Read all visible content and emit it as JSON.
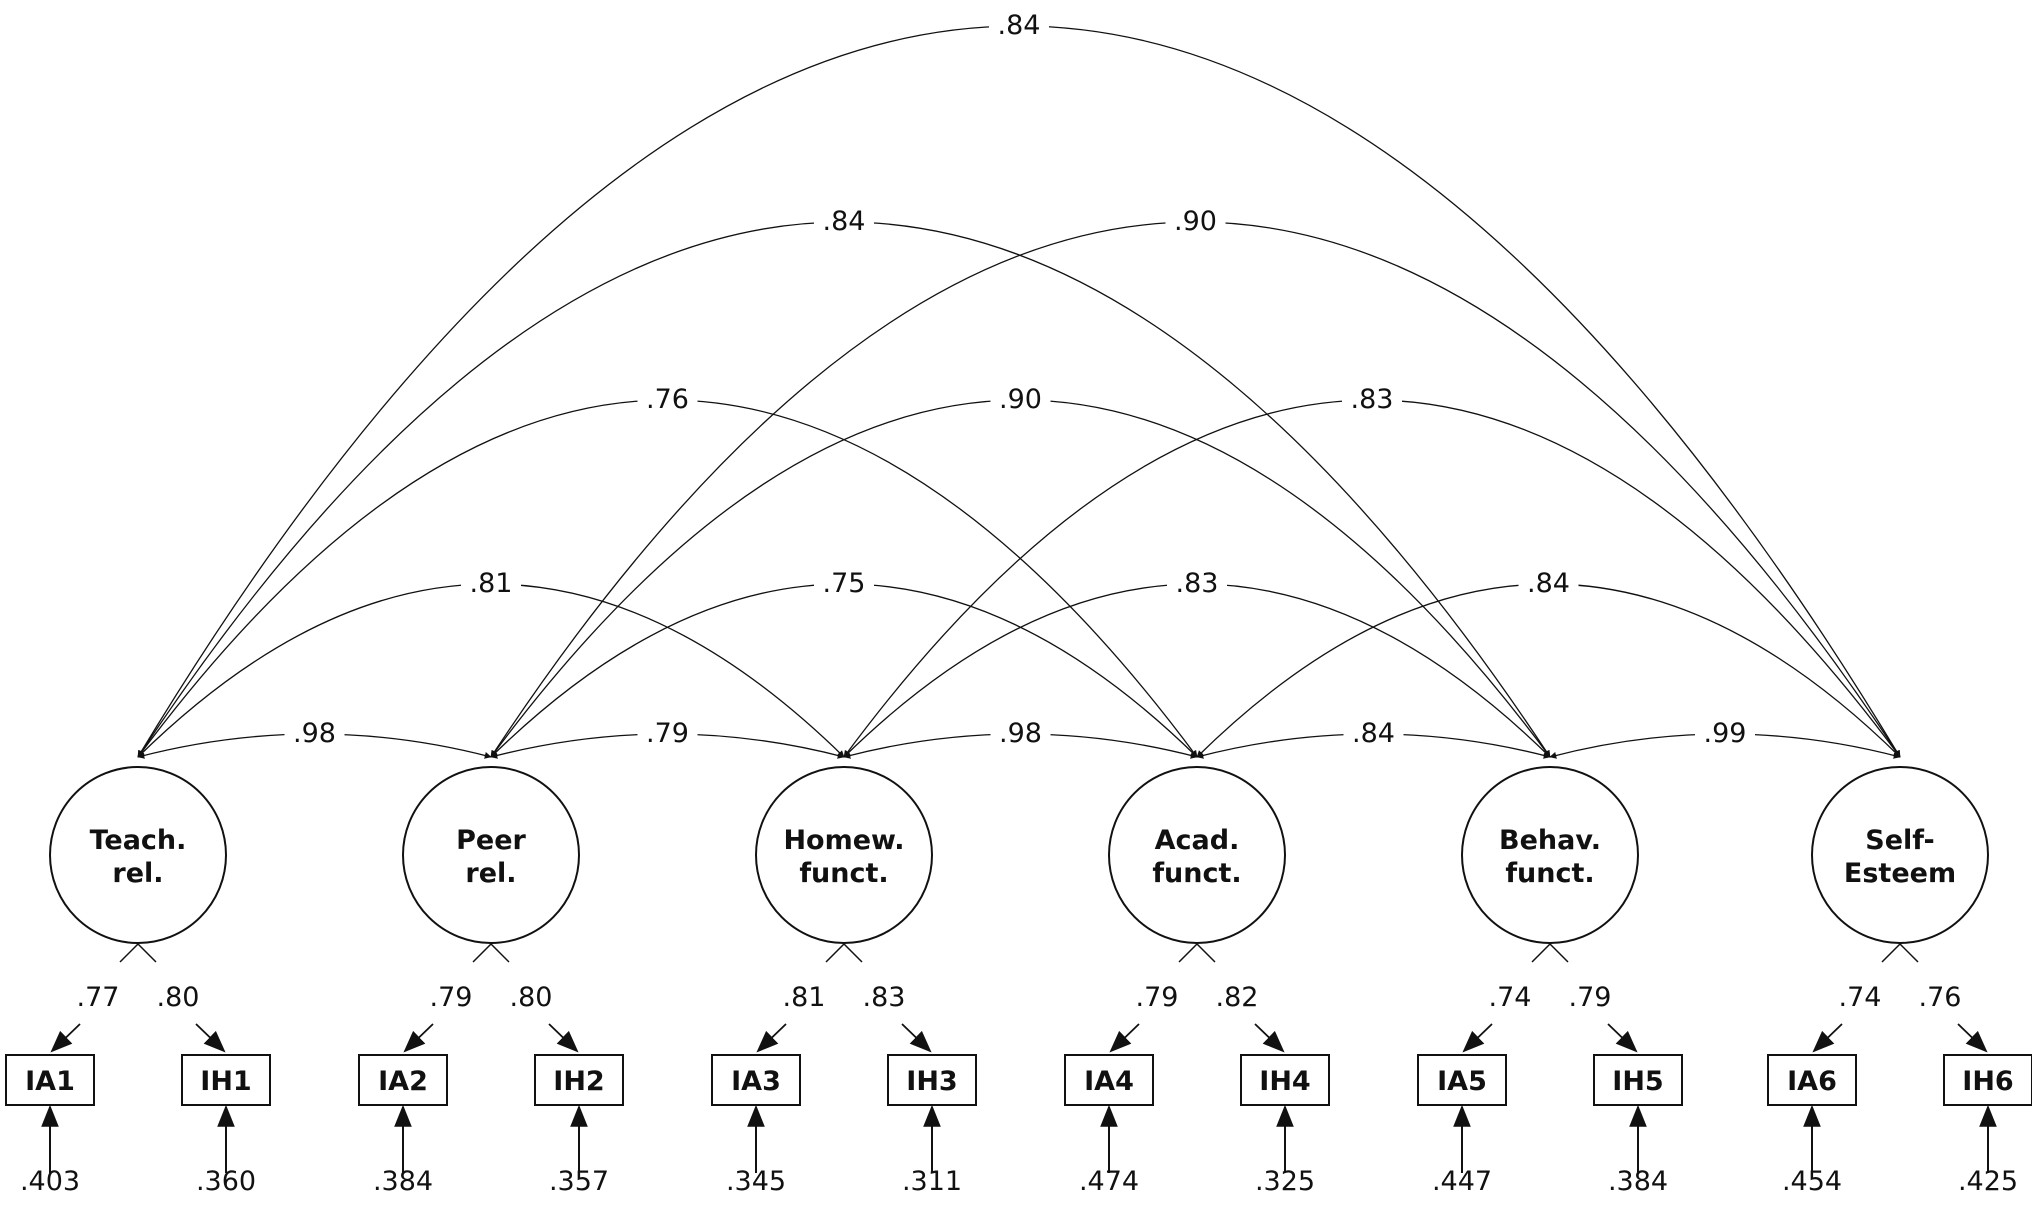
{
  "diagram": {
    "colors": {
      "ink": "#111111",
      "background": "#ffffff"
    },
    "latents": [
      {
        "id": "TR",
        "line1": "Teach.",
        "line2": "rel."
      },
      {
        "id": "PR",
        "line1": "Peer",
        "line2": "rel."
      },
      {
        "id": "HF",
        "line1": "Homew.",
        "line2": "funct."
      },
      {
        "id": "AF",
        "line1": "Acad.",
        "line2": "funct."
      },
      {
        "id": "BF",
        "line1": "Behav.",
        "line2": "funct."
      },
      {
        "id": "SE",
        "line1": "Self-",
        "line2": "Esteem"
      }
    ],
    "correlations": [
      {
        "from": 0,
        "to": 1,
        "value": ".98"
      },
      {
        "from": 1,
        "to": 2,
        "value": ".79"
      },
      {
        "from": 2,
        "to": 3,
        "value": ".98"
      },
      {
        "from": 3,
        "to": 4,
        "value": ".84"
      },
      {
        "from": 4,
        "to": 5,
        "value": ".99"
      },
      {
        "from": 0,
        "to": 2,
        "value": ".81"
      },
      {
        "from": 1,
        "to": 3,
        "value": ".75"
      },
      {
        "from": 2,
        "to": 4,
        "value": ".83"
      },
      {
        "from": 3,
        "to": 5,
        "value": ".84"
      },
      {
        "from": 0,
        "to": 3,
        "value": ".76"
      },
      {
        "from": 1,
        "to": 4,
        "value": ".90"
      },
      {
        "from": 2,
        "to": 5,
        "value": ".83"
      },
      {
        "from": 0,
        "to": 4,
        "value": ".84"
      },
      {
        "from": 1,
        "to": 5,
        "value": ".90"
      },
      {
        "from": 0,
        "to": 5,
        "value": ".84"
      }
    ],
    "indicators": [
      {
        "label": "IA1",
        "loading": ".77",
        "error": ".403"
      },
      {
        "label": "IH1",
        "loading": ".80",
        "error": ".360"
      },
      {
        "label": "IA2",
        "loading": ".79",
        "error": ".384"
      },
      {
        "label": "IH2",
        "loading": ".80",
        "error": ".357"
      },
      {
        "label": "IA3",
        "loading": ".81",
        "error": ".345"
      },
      {
        "label": "IH3",
        "loading": ".83",
        "error": ".311"
      },
      {
        "label": "IA4",
        "loading": ".79",
        "error": ".474"
      },
      {
        "label": "IH4",
        "loading": ".82",
        "error": ".325"
      },
      {
        "label": "IA5",
        "loading": ".74",
        "error": ".447"
      },
      {
        "label": "IH5",
        "loading": ".79",
        "error": ".384"
      },
      {
        "label": "IA6",
        "loading": ".74",
        "error": ".454"
      },
      {
        "label": "IH6",
        "loading": ".76",
        "error": ".425"
      }
    ]
  }
}
